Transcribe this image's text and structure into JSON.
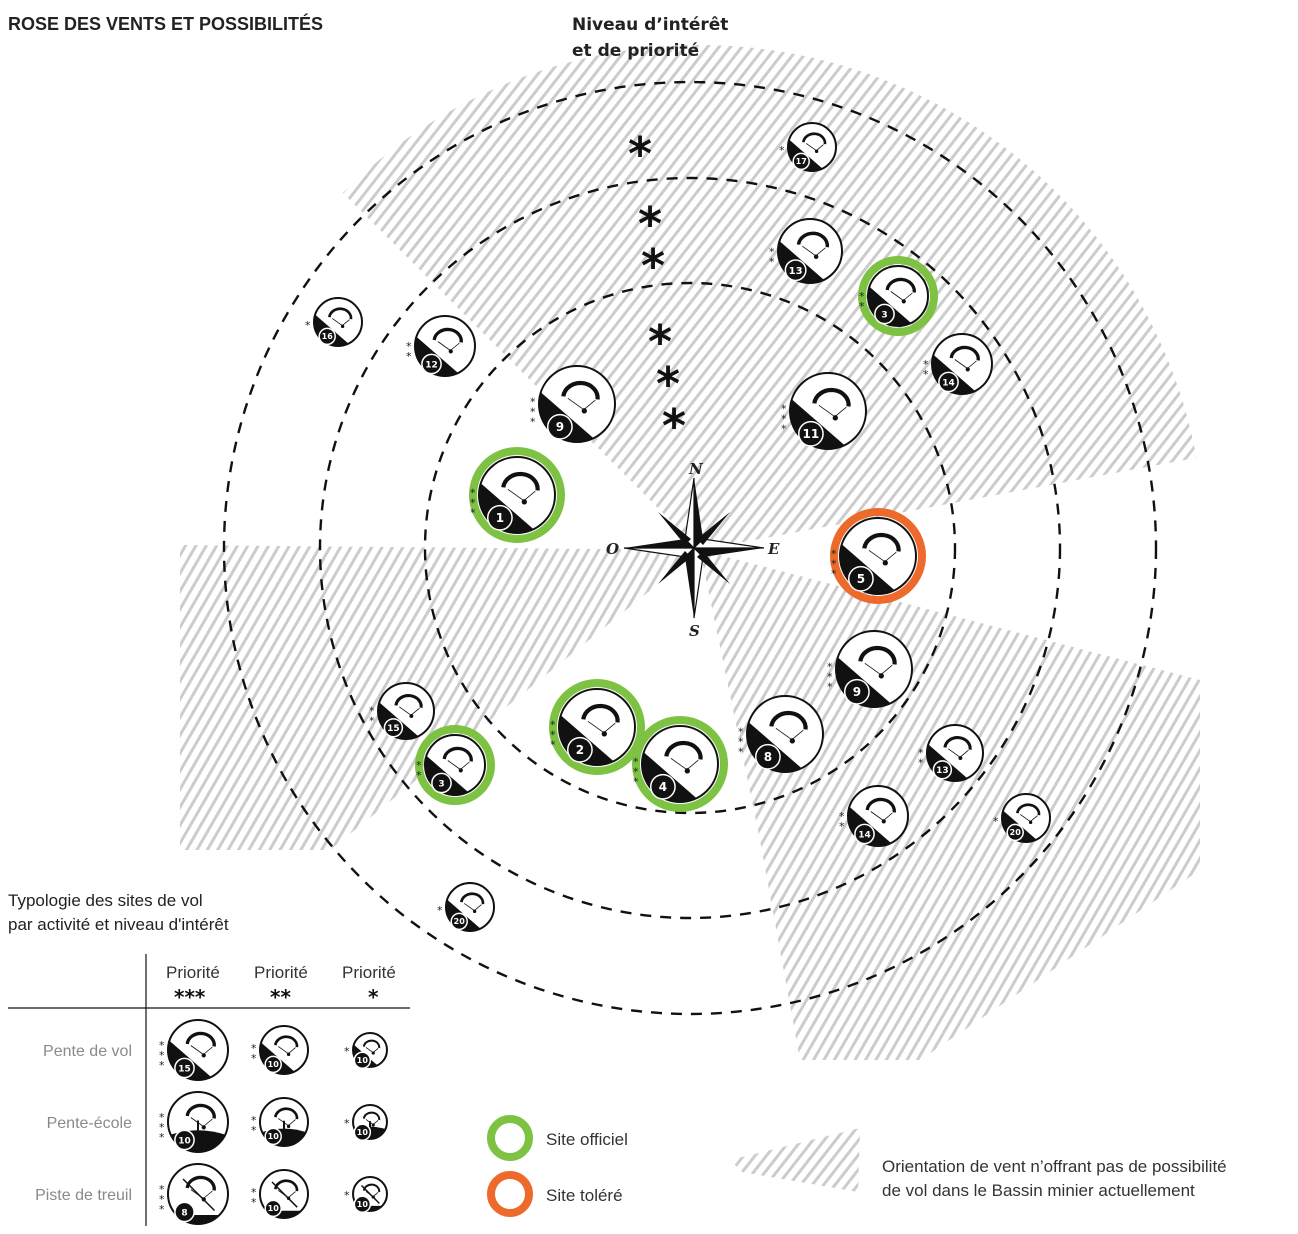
{
  "title": "ROSE DES VENTS ET POSSIBILITÉS",
  "interest_heading": [
    "Niveau d’intérêt",
    "et de priorité"
  ],
  "priority_star_markers": [
    "*",
    "* *",
    "* * *"
  ],
  "compass": {
    "north": "N",
    "east": "E",
    "south": "S",
    "west": "O"
  },
  "sites": [
    {
      "number": "17",
      "type": "pente-de-vol",
      "stars": 1,
      "status": "none"
    },
    {
      "number": "13",
      "type": "pente-de-vol",
      "stars": 2,
      "status": "none"
    },
    {
      "number": "3",
      "type": "pente-de-vol",
      "stars": 2,
      "status": "officiel"
    },
    {
      "number": "16",
      "type": "pente-de-vol",
      "stars": 1,
      "status": "none"
    },
    {
      "number": "12",
      "type": "pente-de-vol",
      "stars": 2,
      "status": "none"
    },
    {
      "number": "14",
      "type": "pente-de-vol",
      "stars": 2,
      "status": "none"
    },
    {
      "number": "9",
      "type": "pente-de-vol",
      "stars": 3,
      "status": "none"
    },
    {
      "number": "11",
      "type": "pente-de-vol",
      "stars": 3,
      "status": "none"
    },
    {
      "number": "1",
      "type": "pente-de-vol",
      "stars": 3,
      "status": "officiel"
    },
    {
      "number": "5",
      "type": "pente-de-vol",
      "stars": 3,
      "status": "tolere"
    },
    {
      "number": "9",
      "type": "pente-de-vol",
      "stars": 3,
      "status": "none"
    },
    {
      "number": "15",
      "type": "pente-de-vol",
      "stars": 2,
      "status": "none"
    },
    {
      "number": "2",
      "type": "pente-de-vol",
      "stars": 3,
      "status": "officiel"
    },
    {
      "number": "8",
      "type": "pente-de-vol",
      "stars": 3,
      "status": "none"
    },
    {
      "number": "13",
      "type": "pente-de-vol",
      "stars": 2,
      "status": "none"
    },
    {
      "number": "3",
      "type": "pente-de-vol",
      "stars": 2,
      "status": "officiel"
    },
    {
      "number": "4",
      "type": "pente-de-vol",
      "stars": 3,
      "status": "officiel"
    },
    {
      "number": "14",
      "type": "pente-de-vol",
      "stars": 2,
      "status": "none"
    },
    {
      "number": "20",
      "type": "pente-de-vol",
      "stars": 1,
      "status": "none"
    },
    {
      "number": "20",
      "type": "pente-de-vol",
      "stars": 1,
      "status": "none"
    }
  ],
  "legend": {
    "typology_title": [
      "Typologie des sites de vol",
      "par activité et niveau d'intérêt"
    ],
    "columns": [
      {
        "label": "Priorité",
        "stars": "***"
      },
      {
        "label": "Priorité",
        "stars": "**"
      },
      {
        "label": "Priorité",
        "stars": "*"
      }
    ],
    "rows": [
      {
        "label": "Pente de vol",
        "numbers": [
          "15",
          "10",
          "10"
        ]
      },
      {
        "label": "Pente-école",
        "numbers": [
          "10",
          "10",
          "10"
        ]
      },
      {
        "label": "Piste de treuil",
        "numbers": [
          "8",
          "10",
          "10"
        ]
      }
    ],
    "site_officiel": "Site officiel",
    "site_tolere": "Site toléré",
    "no_wind": [
      "Orientation de vent n’offrant pas de possibilité",
      "de vol dans le Bassin minier actuellement"
    ]
  },
  "colors": {
    "officiel": "#7dc242",
    "tolere": "#ee6a2c",
    "hatch": "#cfcfcf",
    "ink": "#111111"
  }
}
